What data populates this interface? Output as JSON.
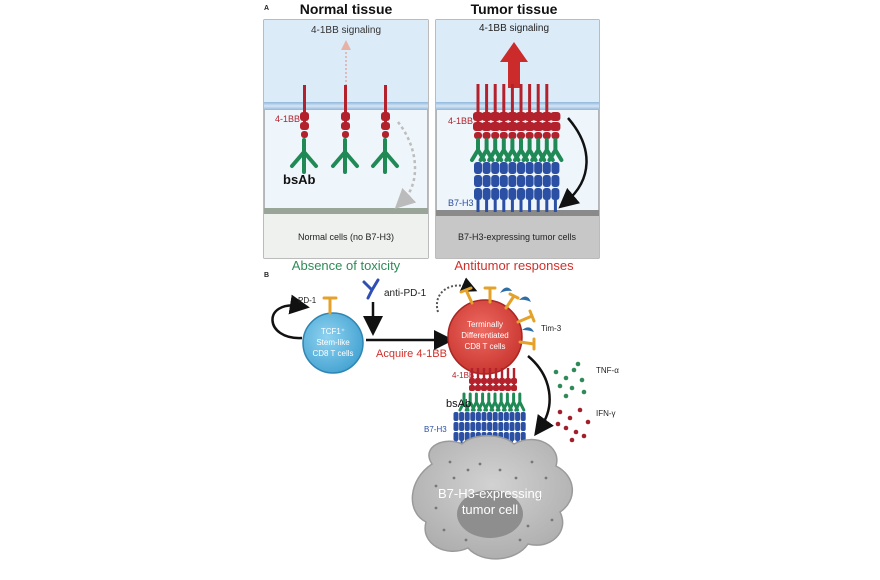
{
  "panel_a": {
    "letter": "A",
    "normal": {
      "title": "Normal tissue",
      "signaling": "4-1BB signaling",
      "label_41bb": "4-1BB",
      "label_bsab": "bsAb",
      "cells": "Normal cells (no B7-H3)"
    },
    "tumor": {
      "title": "Tumor tissue",
      "signaling": "4-1BB signaling",
      "label_41bb": "4-1BB",
      "label_b7h3": "B7-H3",
      "cells": "B7-H3-expressing tumor cells"
    }
  },
  "panel_b": {
    "letter": "B",
    "absence_title": "Absence of toxicity",
    "antitumor_title": "Antitumor responses",
    "pd1_label": "PD-1",
    "anti_pd1": "anti-PD-1",
    "stem_cell": [
      "TCF1⁺",
      "Stem-like",
      "CD8 T cells"
    ],
    "acquire": "Acquire 4-1BB",
    "term_cell": [
      "Terminally",
      "Differentiated",
      "CD8 T cells"
    ],
    "tim3": "Tim-3",
    "label_41bb": "4-1BB",
    "label_bsab": "bsAb",
    "label_b7h3": "B7-H3",
    "tnf": "TNF-α",
    "ifn": "IFN-γ",
    "tumor_cell": [
      "B7-H3-expressing",
      "tumor cell"
    ]
  },
  "colors": {
    "red_receptor": "#b3222c",
    "green_antibody": "#1f8a55",
    "blue_b7h3": "#2b4fa3",
    "title_green": "#2e8b57",
    "title_red": "#d0302b",
    "stem_blue": "#5ab6e0",
    "term_red": "#d9473f"
  }
}
